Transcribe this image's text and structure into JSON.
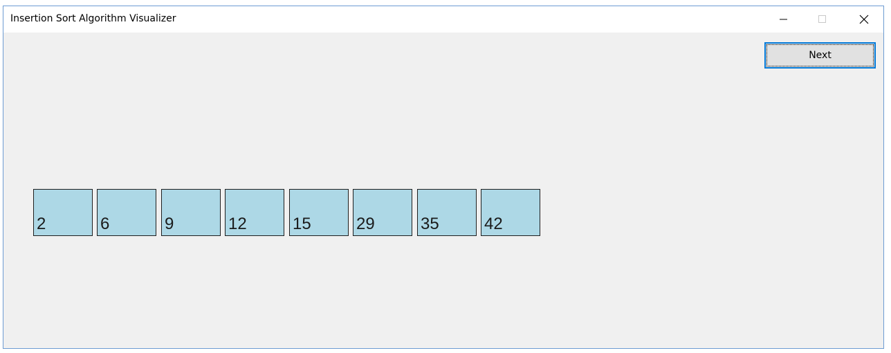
{
  "window": {
    "title": "Insertion Sort Algorithm Visualizer",
    "controls": {
      "minimize_icon": "minimize-icon",
      "maximize_icon": "maximize-icon",
      "close_icon": "close-icon"
    }
  },
  "toolbar": {
    "next_label": "Next"
  },
  "array": {
    "values": [
      "2",
      "6",
      "9",
      "12",
      "15",
      "29",
      "35",
      "42"
    ]
  },
  "colors": {
    "cell_fill": "#add8e6",
    "cell_border": "#1e1e1e",
    "background": "#f0f0f0",
    "button_focus": "#0078d7"
  }
}
